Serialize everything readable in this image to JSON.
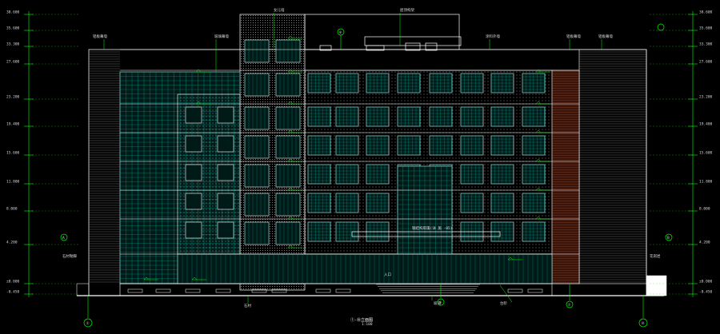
{
  "drawing": {
    "title": "①-⑩立面图",
    "scale": "1:100"
  },
  "colors": {
    "background": "#000000",
    "outline": "#ffffff",
    "curtain_wall": "#00a89a",
    "dimension": "#00ff00",
    "brick": "#a0522d",
    "grid_text": "#00ff00"
  },
  "axes": {
    "left": "①",
    "right": "⑩",
    "mid_left": "⑤",
    "mid_right": "⑦",
    "top_mid": "⑥",
    "left_small": "A",
    "right_small": "B"
  },
  "levels_left": [
    "38.600",
    "35.600",
    "33.300",
    "27.600",
    "23.200",
    "19.400",
    "15.600",
    "11.800",
    "8.000",
    "4.200",
    "±0.000",
    "-0.450"
  ],
  "levels_right": [
    "38.600",
    "35.600",
    "33.300",
    "27.600",
    "23.200",
    "19.400",
    "15.600",
    "11.800",
    "8.000",
    "4.200",
    "±0.000",
    "-0.450"
  ],
  "callouts": {
    "top_center": "屋顶构架",
    "top_left_a": "女儿墙",
    "top_left_b": "铝板幕墙",
    "top_right_a": "铝板幕墙",
    "top_right_b": "铝板幕墙",
    "mid_a": "玻璃幕墙",
    "mid_b": "涂料外墙",
    "canopy": "钢结构雨篷(详 施 -05)",
    "left_bottom": "石材勒脚",
    "entrance": "入口",
    "right_bottom": "花岗岩",
    "bottom_tag_a": "石材",
    "bottom_tag_b": "坡道",
    "bottom_tag_c": "台阶"
  }
}
